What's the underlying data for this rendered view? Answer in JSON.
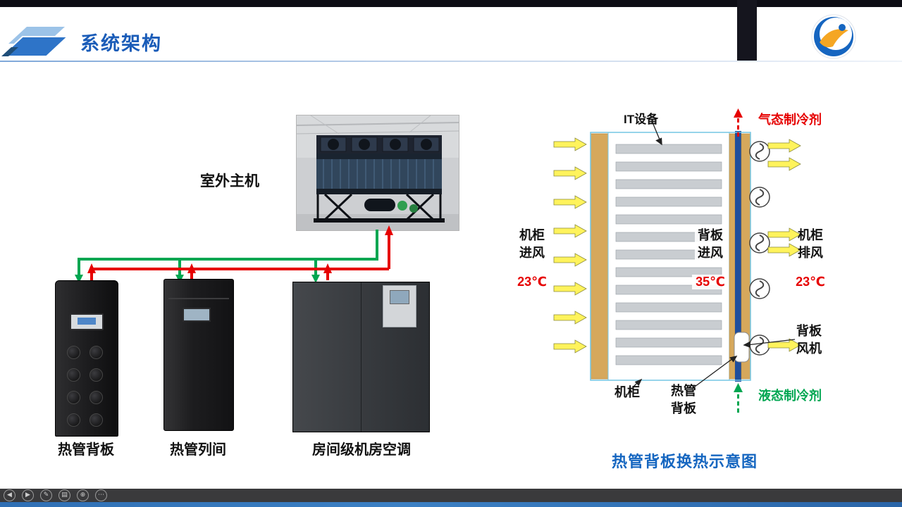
{
  "header": {
    "title": "系统架构"
  },
  "outdoor": {
    "label": "室外主机"
  },
  "units": [
    {
      "label": "热管背板"
    },
    {
      "label": "热管列间"
    },
    {
      "label": "房间级机房空调"
    }
  ],
  "schematic": {
    "title": "热管背板换热示意图",
    "it_equipment": "IT设备",
    "gas_refrigerant": "气态制冷剂",
    "liquid_refrigerant": "液态制冷剂",
    "cabinet_intake": {
      "line1": "机柜",
      "line2": "进风",
      "temp": "23℃"
    },
    "backplane_intake": {
      "line1": "背板",
      "line2": "进风",
      "temp": "35℃"
    },
    "cabinet_exhaust": {
      "line1": "机柜",
      "line2": "排风",
      "temp": "23℃"
    },
    "backplane_fan": {
      "line1": "背板",
      "line2": "风机"
    },
    "cabinet": "机柜",
    "heat_pipe_backplane": {
      "line1": "热管",
      "line2": "背板"
    }
  },
  "toolbar": {
    "buttons": [
      {
        "name": "prev-slide",
        "glyph": "◀"
      },
      {
        "name": "next-slide",
        "glyph": "▶"
      },
      {
        "name": "pen-tool",
        "glyph": "✎"
      },
      {
        "name": "slide-menu",
        "glyph": "▤"
      },
      {
        "name": "zoom-tool",
        "glyph": "⊕"
      },
      {
        "name": "more-options",
        "glyph": "⋯"
      }
    ]
  },
  "colors": {
    "title_blue": "#1A5CB8",
    "schematic_title_blue": "#1566C0",
    "hot_red": "#E60000",
    "refrigerant_green": "#00A651",
    "arrow_yellow": "#FFF35C",
    "cabinet_tan": "#D6A85C",
    "heat_pipe_blue": "#1F4E9C"
  }
}
